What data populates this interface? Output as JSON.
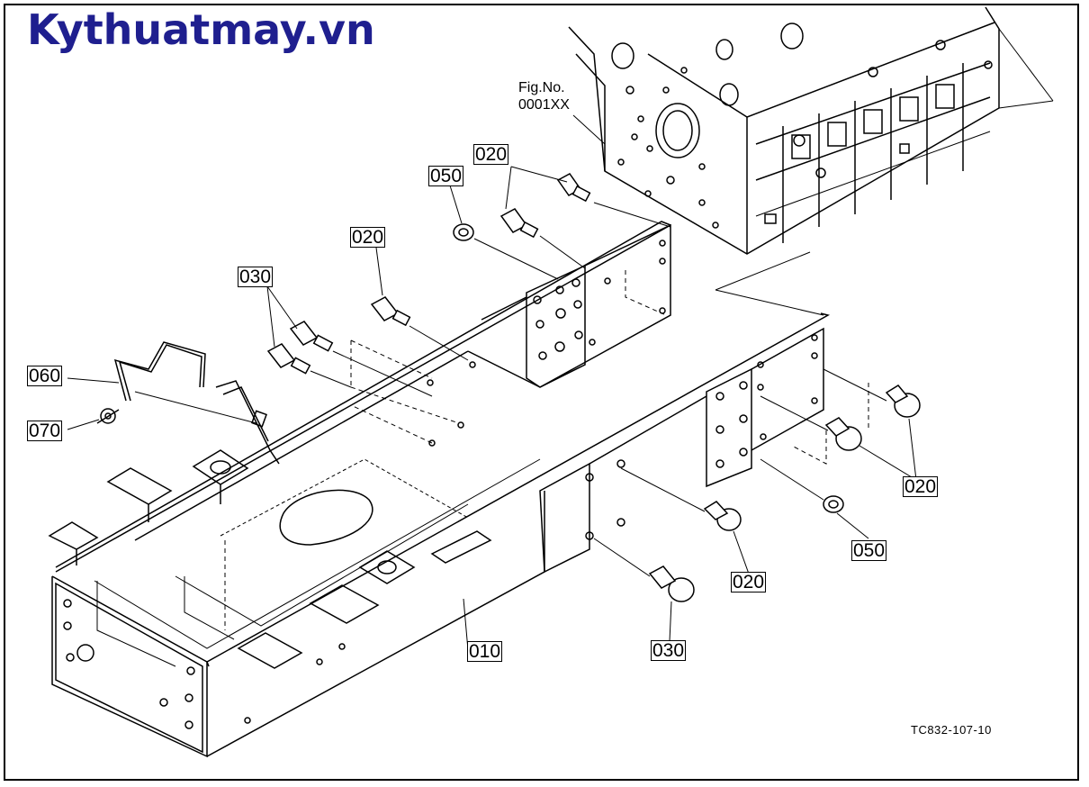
{
  "watermark": "Kythuatmay.vn",
  "figure_ref": {
    "line1": "Fig.No.",
    "line2": "0001XX"
  },
  "drawing_number": "TC832-107-10",
  "callouts": {
    "p050a": "050",
    "p020a": "020",
    "p020b": "020",
    "p030a": "030",
    "p060": "060",
    "p070": "070",
    "p010": "010",
    "p020c": "020",
    "p050b": "050",
    "p020d": "020",
    "p030b": "030"
  }
}
